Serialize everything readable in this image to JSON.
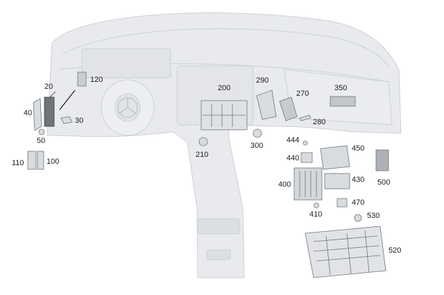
{
  "parts": [
    {
      "id": "p20",
      "label": "20"
    },
    {
      "id": "p30",
      "label": "30"
    },
    {
      "id": "p40",
      "label": "40"
    },
    {
      "id": "p50",
      "label": "50"
    },
    {
      "id": "p100",
      "label": "100"
    },
    {
      "id": "p110",
      "label": "110"
    },
    {
      "id": "p120",
      "label": "120"
    },
    {
      "id": "p200",
      "label": "200"
    },
    {
      "id": "p210",
      "label": "210"
    },
    {
      "id": "p270",
      "label": "270"
    },
    {
      "id": "p280",
      "label": "280"
    },
    {
      "id": "p290",
      "label": "290"
    },
    {
      "id": "p300",
      "label": "300"
    },
    {
      "id": "p350",
      "label": "350"
    },
    {
      "id": "p400",
      "label": "400"
    },
    {
      "id": "p410",
      "label": "410"
    },
    {
      "id": "p430",
      "label": "430"
    },
    {
      "id": "p440",
      "label": "440"
    },
    {
      "id": "p444",
      "label": "444"
    },
    {
      "id": "p450",
      "label": "450"
    },
    {
      "id": "p470",
      "label": "470"
    },
    {
      "id": "p500",
      "label": "500"
    },
    {
      "id": "p520",
      "label": "520"
    },
    {
      "id": "p530",
      "label": "530"
    }
  ],
  "colors": {
    "dashboard_fill": "#e7e9ec",
    "dashboard_stroke": "#c6cacf",
    "part_fill": "#d9dcdf",
    "part_stroke": "#6e7378",
    "label_text": "#1a1a1a"
  }
}
